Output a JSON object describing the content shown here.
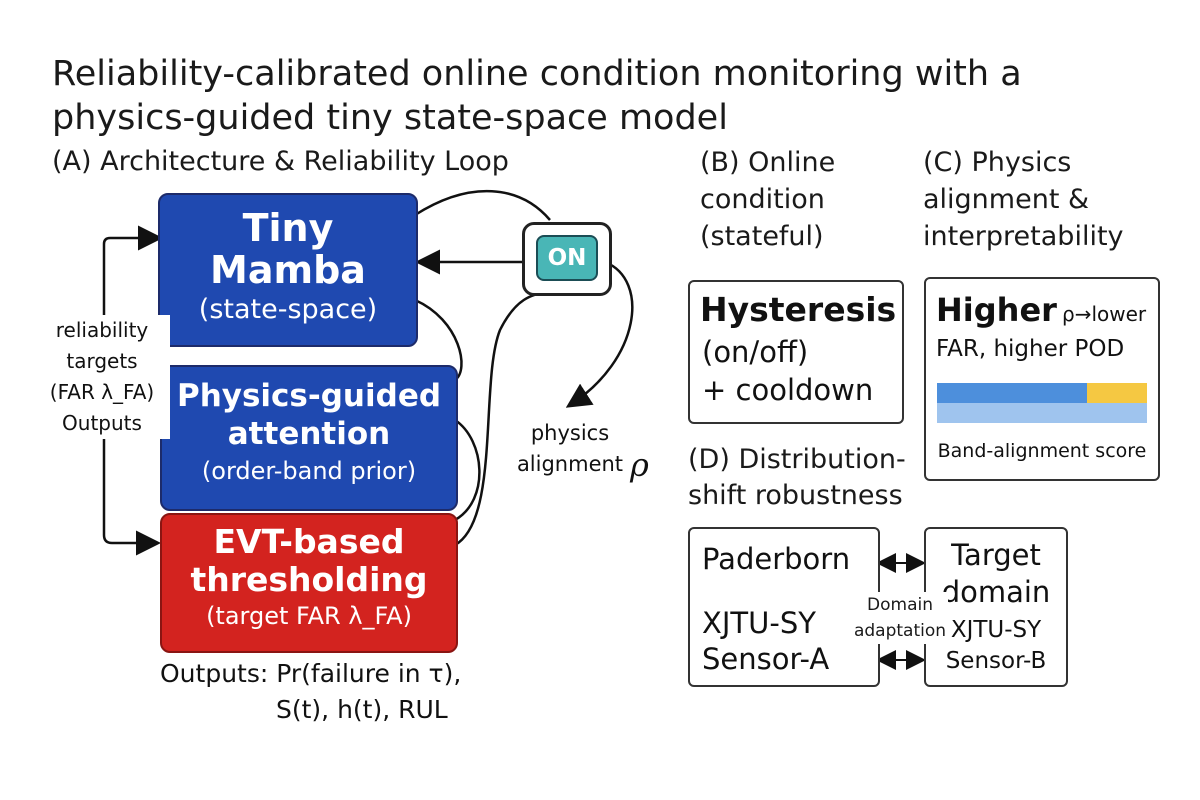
{
  "title_line1": "Reliability-calibrated online condition monitoring with a",
  "title_line2": "physics-guided tiny state-space model",
  "sectionA": {
    "heading": "(A) Architecture & Reliability Loop",
    "block1": {
      "line1": "Tiny",
      "line2": "Mamba",
      "line3": "(state-space)"
    },
    "block2": {
      "line1": "Physics-guided",
      "line2": "attention",
      "line3": "(order-band prior)"
    },
    "block3": {
      "line1": "EVT-based",
      "line2": "thresholding",
      "line3": "(target FAR λ_FA)"
    },
    "toggle_label": "ON",
    "left_label": [
      "reliability",
      "targets",
      "(FAR λ_FA)",
      "Outputs"
    ],
    "physics_label": [
      "physics",
      "alignment"
    ],
    "rho_symbol": "ρ",
    "outputs_line1": "Outputs: Pr(failure in τ),",
    "outputs_line2": "S(t), h(t), RUL"
  },
  "sectionB": {
    "heading": [
      "(B) Online",
      "condition",
      "(stateful)"
    ],
    "box": {
      "line1": "Hysteresis",
      "line2": "(on/off)",
      "line3": "+ cooldown"
    }
  },
  "sectionC": {
    "heading": [
      "(C) Physics",
      "alignment &",
      "interpretability"
    ],
    "box_bold": "Higher",
    "box_rho": "ρ→lower",
    "box_line2": "FAR, higher POD",
    "bar_caption": "Band-alignment score"
  },
  "sectionD": {
    "heading": [
      "(D) Distribution-",
      "shift robustness"
    ],
    "source": {
      "line1": "Paderborn",
      "line2": "XJTU-SY",
      "line3": "Sensor-A"
    },
    "target": {
      "line1": "Target",
      "line2": "domain",
      "line3": "XJTU-SY",
      "line4": "Sensor-B"
    },
    "adapt_label": [
      "Domain",
      "adaptation"
    ]
  },
  "colors": {
    "blue": "#1f49b0",
    "red": "#d3231f",
    "teal": "#49b6b6",
    "bar_blue": "#4d8fdc",
    "bar_light": "#9fc4ee",
    "bar_yellow": "#f5c842"
  }
}
